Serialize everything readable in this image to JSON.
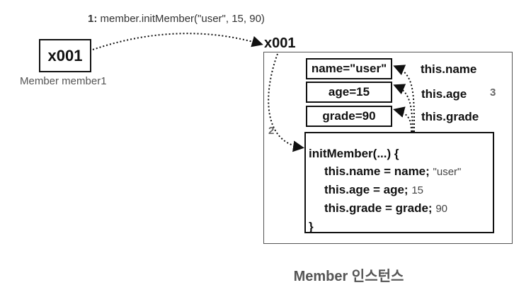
{
  "call": {
    "step": "1:",
    "text": "member.initMember(\"user\", 15, 90)"
  },
  "reference": {
    "value": "x001",
    "label": "Member member1"
  },
  "instance": {
    "address": "x001",
    "fields": [
      {
        "text": "name=\"user\""
      },
      {
        "text": "age=15"
      },
      {
        "text": "grade=90"
      }
    ],
    "this_labels": [
      "this.name",
      "this.age",
      "this.grade"
    ],
    "method": {
      "signature": "initMember(...) {",
      "lines": [
        {
          "code": "this.name = name;",
          "value": "\"user\""
        },
        {
          "code": "this.age = age;",
          "value": "15"
        },
        {
          "code": "this.grade = grade;",
          "value": "90"
        }
      ],
      "close": "}"
    },
    "caption": "Member 인스턴스"
  },
  "steps": {
    "two": "2",
    "three": "3"
  }
}
